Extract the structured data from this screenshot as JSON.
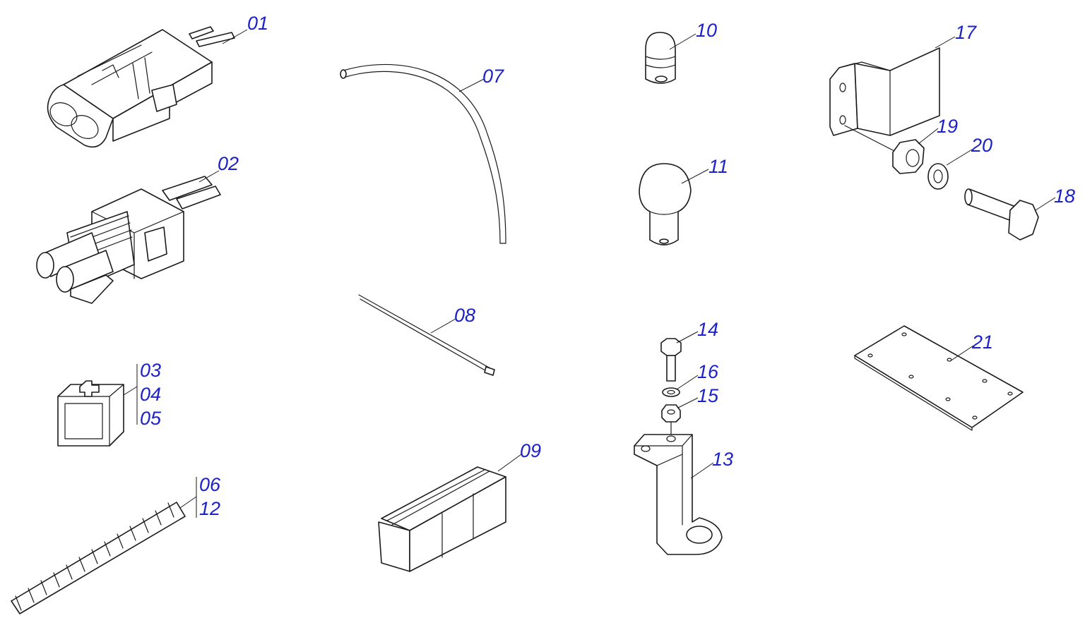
{
  "labels": {
    "p01": "01",
    "p02": "02",
    "p03": "03",
    "p04": "04",
    "p05": "05",
    "p06": "06",
    "p07": "07",
    "p08": "08",
    "p09": "09",
    "p10": "10",
    "p11": "11",
    "p12": "12",
    "p13": "13",
    "p14": "14",
    "p15": "15",
    "p16": "16",
    "p17": "17",
    "p18": "18",
    "p19": "19",
    "p20": "20",
    "p21": "21"
  },
  "colors": {
    "label": "#1d22c8",
    "line": "#1a1a1a",
    "background": "#ffffff"
  }
}
